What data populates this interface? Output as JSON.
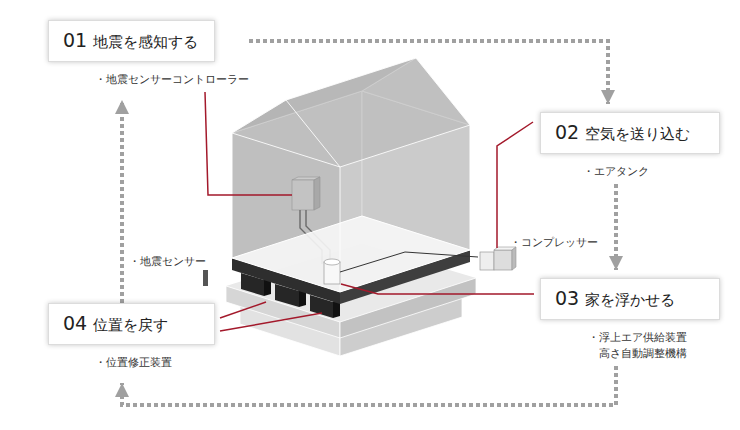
{
  "diagram": {
    "nodes": [
      {
        "text": [
          "01",
          "地震を感知する",
          "・地震センサーコントローラー"
        ]
      },
      {
        "text": [
          "02",
          "空気を送り込む",
          "・エアタンク"
        ]
      },
      {
        "text": [
          "03",
          "家を浮かせる",
          "・浮上エア供給装置 高さ自動調整機構"
        ]
      },
      {
        "text": [
          "04",
          "位置を戻す",
          "・位置修正装置"
        ]
      }
    ],
    "edges": [
      {
        "from": 0,
        "to": 1,
        "arrow": "to"
      },
      {
        "from": 1,
        "to": 2,
        "arrow": "to"
      },
      {
        "from": 2,
        "to": 3,
        "arrow": "to"
      },
      {
        "from": 3,
        "to": 0,
        "arrow": "to"
      }
    ],
    "labels": [
      "・地震センサー",
      "・コンプレッサー"
    ]
  }
}
